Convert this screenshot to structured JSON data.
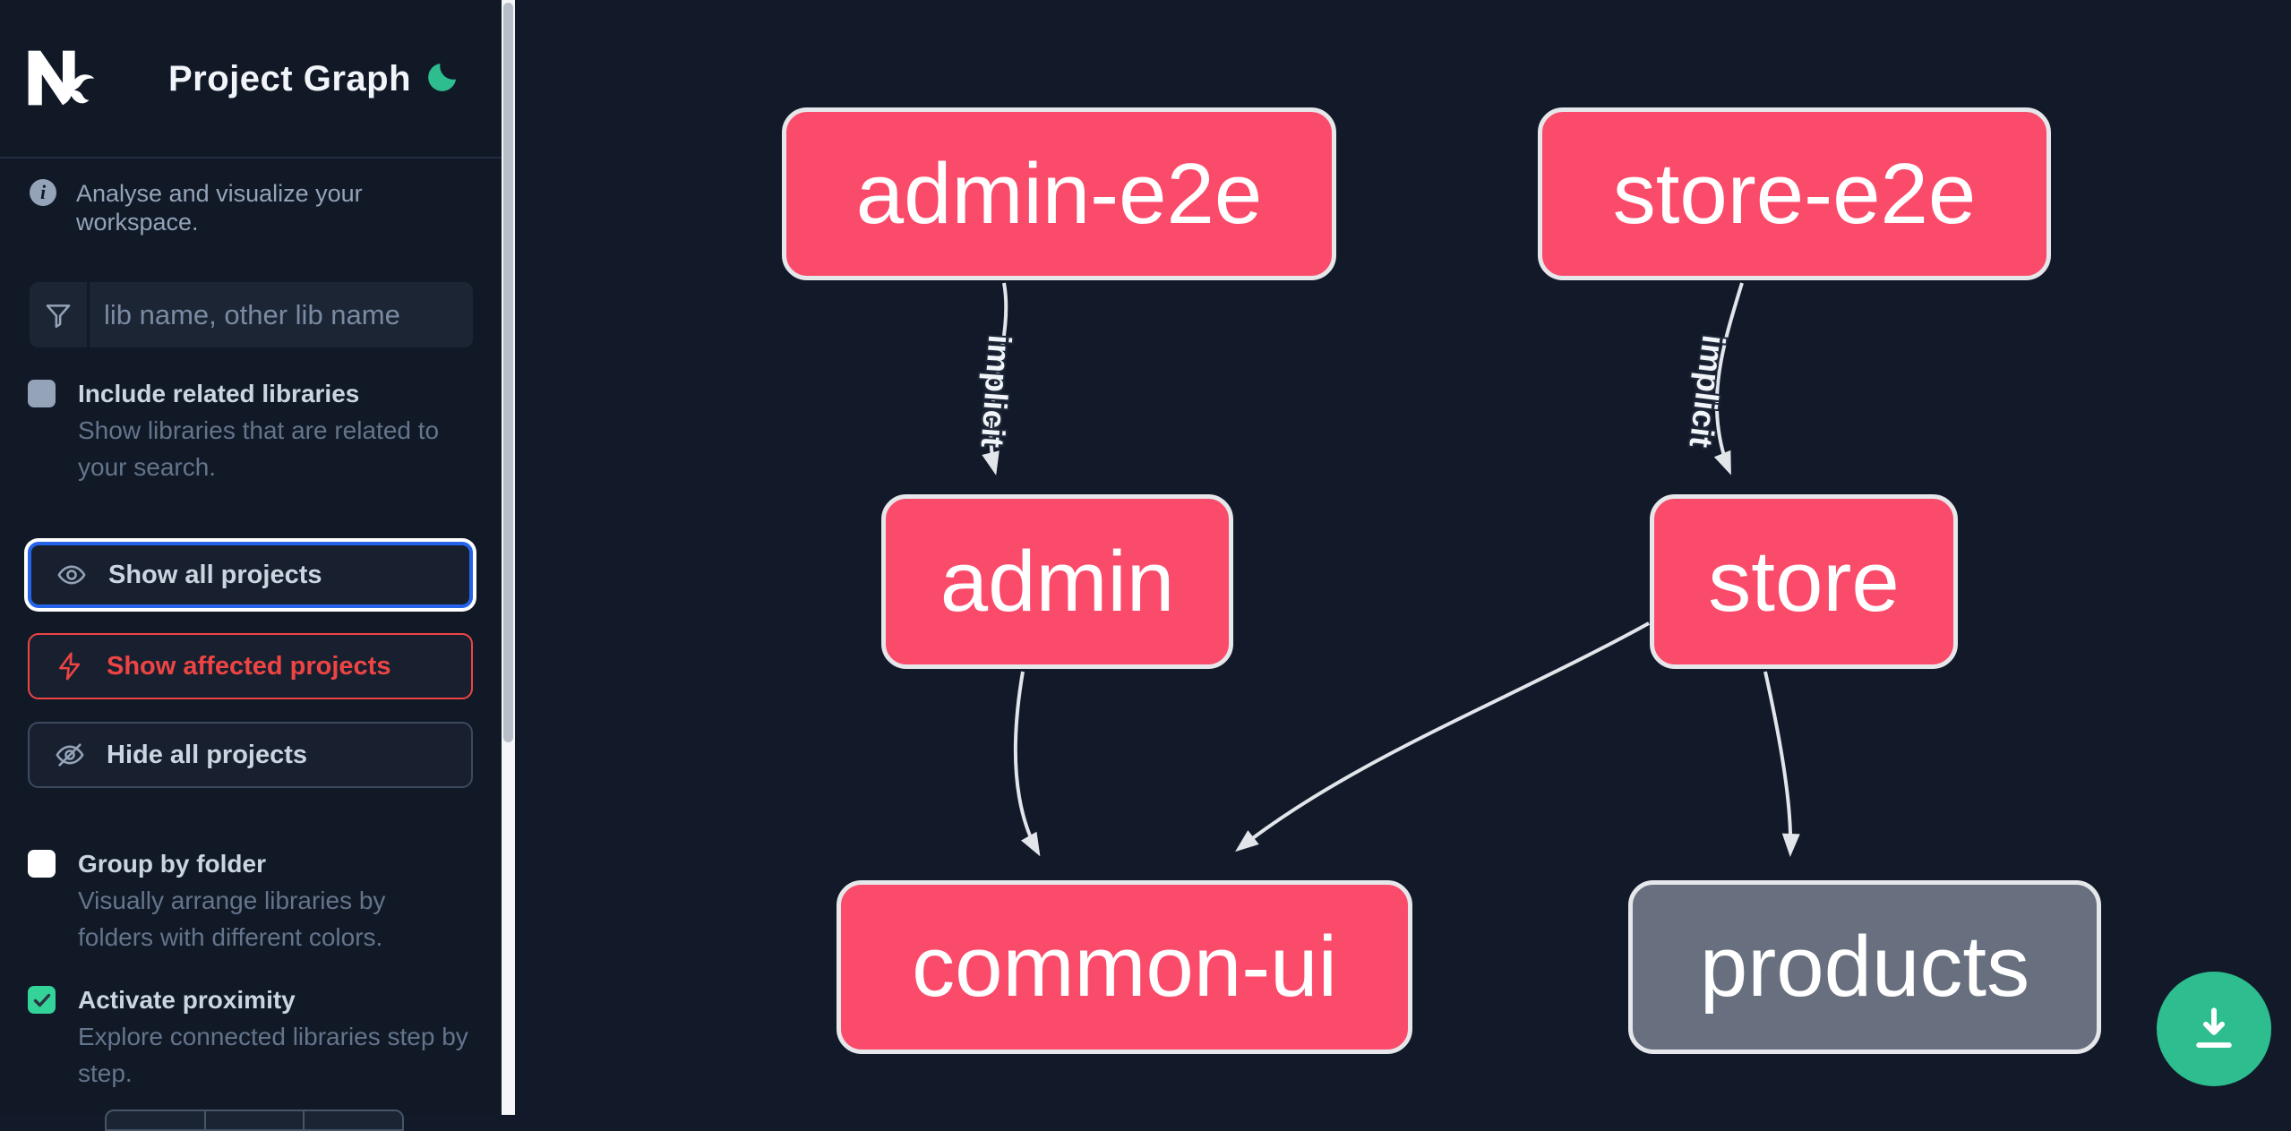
{
  "header": {
    "title": "Project Graph",
    "logo": "nx-logo",
    "theme_toggle_icon": "moon-icon"
  },
  "intro": {
    "icon": "info-icon",
    "text": "Analyse and visualize your workspace."
  },
  "search": {
    "icon": "filter-funnel-icon",
    "placeholder": "lib name, other lib name",
    "value": ""
  },
  "options": [
    {
      "label": "Include related libraries",
      "description": "Show libraries that are related to your search.",
      "checked": false,
      "style": "muted"
    },
    {
      "label": "Group by folder",
      "description": "Visually arrange libraries by folders with different colors.",
      "checked": false,
      "style": "white"
    },
    {
      "label": "Activate proximity",
      "description": "Explore connected libraries step by step.",
      "checked": true,
      "style": "green"
    }
  ],
  "actions": [
    {
      "label": "Show all projects",
      "icon": "eye-icon",
      "state": "focused"
    },
    {
      "label": "Show affected projects",
      "icon": "bolt-icon",
      "state": "affected"
    },
    {
      "label": "Hide all projects",
      "icon": "eye-off-icon",
      "state": "default"
    }
  ],
  "graph": {
    "nodes": [
      {
        "id": "admin-e2e",
        "label": "admin-e2e",
        "color": "#fb4b6b"
      },
      {
        "id": "store-e2e",
        "label": "store-e2e",
        "color": "#fb4b6b"
      },
      {
        "id": "admin",
        "label": "admin",
        "color": "#fb4b6b"
      },
      {
        "id": "store",
        "label": "store",
        "color": "#fb4b6b"
      },
      {
        "id": "common-ui",
        "label": "common-ui",
        "color": "#fb4b6b"
      },
      {
        "id": "products",
        "label": "products",
        "color": "#68707f"
      }
    ],
    "edges": [
      {
        "from": "admin-e2e",
        "to": "admin",
        "label": "implicit"
      },
      {
        "from": "store-e2e",
        "to": "store",
        "label": "implicit"
      },
      {
        "from": "admin",
        "to": "common-ui",
        "label": ""
      },
      {
        "from": "store",
        "to": "common-ui",
        "label": ""
      },
      {
        "from": "store",
        "to": "products",
        "label": ""
      }
    ]
  },
  "fab": {
    "icon": "download-icon"
  },
  "colors": {
    "background": "#121a29",
    "node_affected": "#fb4b6b",
    "node_default": "#68707f",
    "node_border": "#e5e7eb",
    "edge": "#e2e6ea",
    "accent_blue": "#2563eb",
    "accent_red": "#ef4444",
    "accent_green": "#2dbd8e",
    "checkbox_green": "#34d399",
    "panel_text": "#cbd5e1",
    "muted_text": "#64748b"
  }
}
